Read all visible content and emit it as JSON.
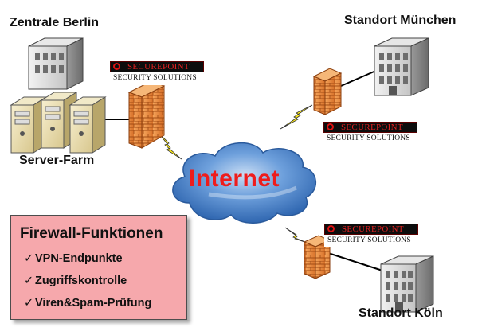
{
  "nodes": {
    "hq_label": "Zentrale Berlin",
    "server_farm_label": "Server-Farm",
    "munich_label": "Standort München",
    "cologne_label": "Standort Köln",
    "internet_label": "Internet"
  },
  "brand": {
    "name": "SECUREPOINT",
    "tagline": "SECURITY SOLUTIONS",
    "accent_color": "#e02020"
  },
  "features": {
    "title": "Firewall-Funktionen",
    "check_glyph": "✓",
    "items": [
      "VPN-Endpunkte",
      "Zugriffskontrolle",
      "Viren&Spam-Prüfung"
    ],
    "box_color": "#f6a8ac"
  },
  "colors": {
    "cloud": "#3c7ac4",
    "firewall": "#e98a3c",
    "lightning": "#ffec1a",
    "internet_text": "#ee1c1c"
  },
  "icons": [
    "server-icon",
    "firewall-icon",
    "lightning-icon",
    "cloud-icon",
    "building-icon",
    "check-icon"
  ]
}
